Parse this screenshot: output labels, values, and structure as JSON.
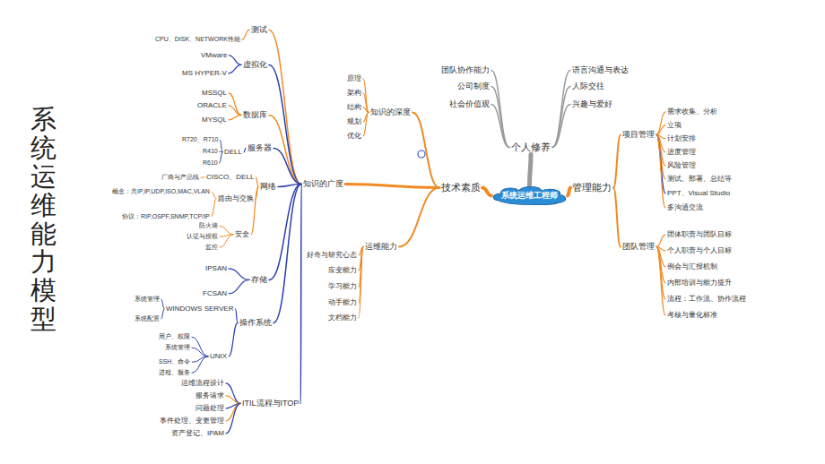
{
  "diagram": {
    "title": "系统运维能力模型",
    "nodes": [
      {
        "text": [
          "系统运维工程师"
        ]
      },
      {
        "text": [
          "个人修养"
        ]
      },
      {
        "text": [
          "团队协作能力"
        ]
      },
      {
        "text": [
          "公司制度"
        ]
      },
      {
        "text": [
          "社会价值观"
        ]
      },
      {
        "text": [
          "语言沟通与表达"
        ]
      },
      {
        "text": [
          "人际交往"
        ]
      },
      {
        "text": [
          "兴趣与爱好"
        ]
      },
      {
        "text": [
          "管理能力"
        ]
      },
      {
        "text": [
          "项目管理"
        ]
      },
      {
        "text": [
          "需求收集、分析"
        ]
      },
      {
        "text": [
          "立项"
        ]
      },
      {
        "text": [
          "计划安排"
        ]
      },
      {
        "text": [
          "进度管理"
        ]
      },
      {
        "text": [
          "风险管理"
        ]
      },
      {
        "text": [
          "测试、部署、总结等"
        ]
      },
      {
        "text": [
          "PPT、Visual Studio"
        ]
      },
      {
        "text": [
          "多沟通交流"
        ]
      },
      {
        "text": [
          "团队管理"
        ]
      },
      {
        "text": [
          "团体职责与团队目标"
        ]
      },
      {
        "text": [
          "个人职责与个人目标"
        ]
      },
      {
        "text": [
          "例会与汇报机制"
        ]
      },
      {
        "text": [
          "内部培训与能力提升"
        ]
      },
      {
        "text": [
          "流程：工作流、协作流程"
        ]
      },
      {
        "text": [
          "考核与量化标准"
        ]
      },
      {
        "text": [
          "技术素质"
        ]
      },
      {
        "text": [
          "知识的深度"
        ]
      },
      {
        "text": [
          "原理"
        ]
      },
      {
        "text": [
          "架构"
        ]
      },
      {
        "text": [
          "结构"
        ]
      },
      {
        "text": [
          "规划"
        ]
      },
      {
        "text": [
          "优化"
        ]
      },
      {
        "text": [
          "知识的广度"
        ]
      },
      {
        "text": [
          "测试"
        ]
      },
      {
        "text": [
          "CPU、DISK、NETWORK性能"
        ]
      },
      {
        "text": [
          "虚拟化"
        ]
      },
      {
        "text": [
          "VMware"
        ]
      },
      {
        "text": [
          "MS HYPER-V"
        ]
      },
      {
        "text": [
          "数据库"
        ]
      },
      {
        "text": [
          "MSSQL"
        ]
      },
      {
        "text": [
          "ORACLE"
        ]
      },
      {
        "text": [
          "MYSQL"
        ]
      },
      {
        "text": [
          "服务器"
        ]
      },
      {
        "text": [
          "DELL"
        ]
      },
      {
        "text": [
          "R720、R710"
        ]
      },
      {
        "text": [
          "R410"
        ]
      },
      {
        "text": [
          "R610"
        ]
      },
      {
        "text": [
          "网络"
        ]
      },
      {
        "text": [
          "CISCO、DELL"
        ]
      },
      {
        "text": [
          "厂商与产品线"
        ]
      },
      {
        "text": [
          "路由与交换"
        ]
      },
      {
        "text": [
          "概念：共IP,IP,UDP,ISO,MAC,VLAN"
        ]
      },
      {
        "text": [
          "协议：RIP,OSPF,SNMP,TCP/IP"
        ]
      },
      {
        "text": [
          "安全"
        ]
      },
      {
        "text": [
          "防火墙"
        ]
      },
      {
        "text": [
          "认证与授权"
        ]
      },
      {
        "text": [
          "监控"
        ]
      },
      {
        "text": [
          "存储"
        ]
      },
      {
        "text": [
          "IPSAN"
        ]
      },
      {
        "text": [
          "FCSAN"
        ]
      },
      {
        "text": [
          "操作系统"
        ]
      },
      {
        "text": [
          "WINDOWS SERVER"
        ]
      },
      {
        "text": [
          "系统管理"
        ]
      },
      {
        "text": [
          "系统配置"
        ]
      },
      {
        "text": [
          "UNIX"
        ]
      },
      {
        "text": [
          "用户、权限"
        ]
      },
      {
        "text": [
          "系统管理"
        ]
      },
      {
        "text": [
          "SSH、命令"
        ]
      },
      {
        "text": [
          "进程、服务"
        ]
      },
      {
        "text": [
          "ITIL流程与ITOP"
        ]
      },
      {
        "text": [
          "运维流程设计"
        ]
      },
      {
        "text": [
          "服务请求"
        ]
      },
      {
        "text": [
          "问题处理"
        ]
      },
      {
        "text": [
          "事件处理、变更管理"
        ]
      },
      {
        "text": [
          "资产登记、IPAM"
        ]
      },
      {
        "text": [
          "运维能力"
        ]
      },
      {
        "text": [
          "好奇与研究心态"
        ]
      },
      {
        "text": [
          "应变能力"
        ]
      },
      {
        "text": [
          "学习能力"
        ]
      },
      {
        "text": [
          "动手能力"
        ]
      },
      {
        "text": [
          "文档能力"
        ]
      }
    ],
    "edges": [
      {
        "from": 0,
        "to": 1,
        "arrow": "none"
      },
      {
        "from": 1,
        "to": 2,
        "arrow": "none"
      },
      {
        "from": 1,
        "to": 3,
        "arrow": "none"
      },
      {
        "from": 1,
        "to": 4,
        "arrow": "none"
      },
      {
        "from": 1,
        "to": 5,
        "arrow": "none"
      },
      {
        "from": 1,
        "to": 6,
        "arrow": "none"
      },
      {
        "from": 1,
        "to": 7,
        "arrow": "none"
      },
      {
        "from": 0,
        "to": 8,
        "arrow": "none"
      },
      {
        "from": 8,
        "to": 9,
        "arrow": "none"
      },
      {
        "from": 9,
        "to": 10,
        "arrow": "none"
      },
      {
        "from": 9,
        "to": 11,
        "arrow": "none"
      },
      {
        "from": 9,
        "to": 12,
        "arrow": "none"
      },
      {
        "from": 9,
        "to": 13,
        "arrow": "none"
      },
      {
        "from": 9,
        "to": 14,
        "arrow": "none"
      },
      {
        "from": 9,
        "to": 15,
        "arrow": "none"
      },
      {
        "from": 9,
        "to": 16,
        "arrow": "none"
      },
      {
        "from": 9,
        "to": 17,
        "arrow": "none"
      },
      {
        "from": 8,
        "to": 18,
        "arrow": "none"
      },
      {
        "from": 18,
        "to": 19,
        "arrow": "none"
      },
      {
        "from": 18,
        "to": 20,
        "arrow": "none"
      },
      {
        "from": 18,
        "to": 21,
        "arrow": "none"
      },
      {
        "from": 18,
        "to": 22,
        "arrow": "none"
      },
      {
        "from": 18,
        "to": 23,
        "arrow": "none"
      },
      {
        "from": 18,
        "to": 24,
        "arrow": "none"
      },
      {
        "from": 0,
        "to": 25,
        "arrow": "none"
      },
      {
        "from": 25,
        "to": 26,
        "arrow": "none"
      },
      {
        "from": 26,
        "to": 27,
        "arrow": "none"
      },
      {
        "from": 26,
        "to": 28,
        "arrow": "none"
      },
      {
        "from": 26,
        "to": 29,
        "arrow": "none"
      },
      {
        "from": 26,
        "to": 30,
        "arrow": "none"
      },
      {
        "from": 26,
        "to": 31,
        "arrow": "none"
      },
      {
        "from": 25,
        "to": 32,
        "arrow": "none"
      },
      {
        "from": 32,
        "to": 33,
        "arrow": "none"
      },
      {
        "from": 33,
        "to": 34,
        "arrow": "none"
      },
      {
        "from": 32,
        "to": 35,
        "arrow": "none"
      },
      {
        "from": 35,
        "to": 36,
        "arrow": "none"
      },
      {
        "from": 35,
        "to": 37,
        "arrow": "none"
      },
      {
        "from": 32,
        "to": 38,
        "arrow": "none"
      },
      {
        "from": 38,
        "to": 39,
        "arrow": "none"
      },
      {
        "from": 38,
        "to": 40,
        "arrow": "none"
      },
      {
        "from": 38,
        "to": 41,
        "arrow": "none"
      },
      {
        "from": 32,
        "to": 42,
        "arrow": "none"
      },
      {
        "from": 42,
        "to": 43,
        "arrow": "none"
      },
      {
        "from": 43,
        "to": 44,
        "arrow": "none"
      },
      {
        "from": 43,
        "to": 45,
        "arrow": "none"
      },
      {
        "from": 43,
        "to": 46,
        "arrow": "none"
      },
      {
        "from": 32,
        "to": 47,
        "arrow": "none"
      },
      {
        "from": 47,
        "to": 48,
        "arrow": "none"
      },
      {
        "from": 48,
        "to": 49,
        "arrow": "none"
      },
      {
        "from": 47,
        "to": 50,
        "arrow": "none"
      },
      {
        "from": 50,
        "to": 51,
        "arrow": "none"
      },
      {
        "from": 50,
        "to": 52,
        "arrow": "none"
      },
      {
        "from": 47,
        "to": 53,
        "arrow": "none"
      },
      {
        "from": 53,
        "to": 54,
        "arrow": "none"
      },
      {
        "from": 53,
        "to": 55,
        "arrow": "none"
      },
      {
        "from": 53,
        "to": 56,
        "arrow": "none"
      },
      {
        "from": 32,
        "to": 57,
        "arrow": "none"
      },
      {
        "from": 57,
        "to": 58,
        "arrow": "none"
      },
      {
        "from": 57,
        "to": 59,
        "arrow": "none"
      },
      {
        "from": 32,
        "to": 60,
        "arrow": "none"
      },
      {
        "from": 60,
        "to": 61,
        "arrow": "none"
      },
      {
        "from": 61,
        "to": 62,
        "arrow": "none"
      },
      {
        "from": 61,
        "to": 63,
        "arrow": "none"
      },
      {
        "from": 60,
        "to": 64,
        "arrow": "none"
      },
      {
        "from": 64,
        "to": 65,
        "arrow": "none"
      },
      {
        "from": 64,
        "to": 66,
        "arrow": "none"
      },
      {
        "from": 64,
        "to": 67,
        "arrow": "none"
      },
      {
        "from": 64,
        "to": 68,
        "arrow": "none"
      },
      {
        "from": 32,
        "to": 69,
        "arrow": "none"
      },
      {
        "from": 69,
        "to": 70,
        "arrow": "none"
      },
      {
        "from": 69,
        "to": 71,
        "arrow": "none"
      },
      {
        "from": 69,
        "to": 72,
        "arrow": "none"
      },
      {
        "from": 69,
        "to": 73,
        "arrow": "none"
      },
      {
        "from": 69,
        "to": 74,
        "arrow": "none"
      },
      {
        "from": 25,
        "to": 75,
        "arrow": "none"
      },
      {
        "from": 75,
        "to": 76,
        "arrow": "none"
      },
      {
        "from": 75,
        "to": 77,
        "arrow": "none"
      },
      {
        "from": 75,
        "to": 78,
        "arrow": "none"
      },
      {
        "from": 75,
        "to": 79,
        "arrow": "none"
      },
      {
        "from": 75,
        "to": 80,
        "arrow": "none"
      }
    ]
  }
}
